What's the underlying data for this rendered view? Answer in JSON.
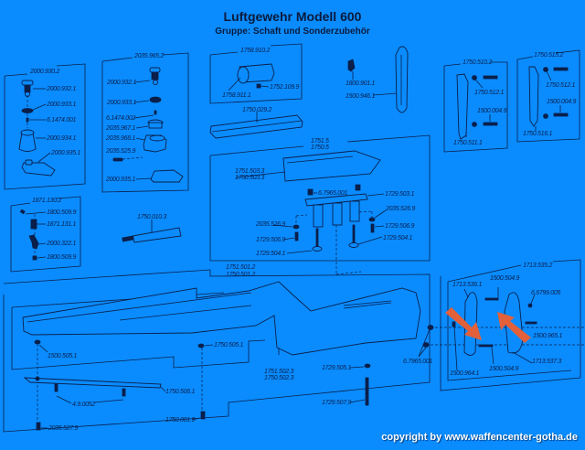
{
  "header": {
    "title": "Luftgewehr Modell 600",
    "subtitle": "Gruppe: Schaft und Sonderzubehör"
  },
  "footer": {
    "copyright": "copyright by www.waffencenter-gotha.de"
  },
  "colors": {
    "background": "#0a8cff",
    "lines": "#0a1f4a",
    "highlight_arrows": "#e2603a"
  },
  "groups": {
    "g2000": {
      "label": "2000.930.2",
      "parts": [
        "2000.932.1",
        "2000.933.1",
        "6.1474.001",
        "2000.934.1",
        "2000.935.1"
      ]
    },
    "g2035": {
      "label": "2035.965.2",
      "parts": [
        "2000.932.1",
        "2000.933.1",
        "6.1474.002",
        "2035.967.1",
        "2035.968.1",
        "2035.525.9",
        "2000.935.1"
      ]
    },
    "g1758": {
      "label": "1758.910.2",
      "parts": [
        "1758.911.1",
        "1752.109.9"
      ]
    },
    "g1750_510": {
      "label": "1750.510.2",
      "parts": [
        "1750.512.1",
        "1500.004.9",
        "1750.511.1"
      ]
    },
    "g1750_515": {
      "label": "1750.515.2",
      "parts": [
        "1750.512.1",
        "1500.004.9",
        "1750.516.1"
      ]
    },
    "g1871": {
      "label": "1871.130.2",
      "parts": [
        "1800.509.9",
        "1871.131.1",
        "2000.322.1",
        "1800.509.9"
      ]
    },
    "g1713": {
      "label": "1713.535.2",
      "parts": [
        "1713.536.1",
        "1500.504.9",
        "6.6799.005",
        "1500.965.1",
        "1713.537.3",
        "1500.964.1",
        "1500.504.9"
      ]
    }
  },
  "labels": {
    "l1800_901": "1800.901.1",
    "l1500_946": "1500.946.1",
    "l1750_029": "1750.029.2",
    "l17515": "1751.5",
    "l17505": "1750.5",
    "l1751_503": "1751.503.3",
    "l1750_503": "1750.503.3",
    "l67965_top": "6.7965.001",
    "l1729_503": "1729.503.1",
    "l2035_526_r": "2035.526.9",
    "l2035_526_l": "2035.526.9",
    "l1729_506_r": "1729.506.9",
    "l1729_506_l": "1729.506.9",
    "l1729_504_r": "1729.504.1",
    "l1729_504_l": "1729.504.1",
    "l1750_0103": "1750.010.3",
    "l1751_501": "1751.501.2",
    "l1750_501": "1750.501.2",
    "l1500_505": "1500.505.1",
    "l1750_505": "1750.505.1",
    "l1751_502": "1751.502.3",
    "l1750_502": "1750.502.3",
    "l1750_506": "1750.506.1",
    "l4_9_0052": "4.9.0052",
    "l2035_527": "2035.527.9",
    "l1750_0019": "1750.001.9",
    "l1729_505": "1729.505.1",
    "l1729_507": "1729.507.9",
    "l67965_bot": "6.7965.001"
  }
}
